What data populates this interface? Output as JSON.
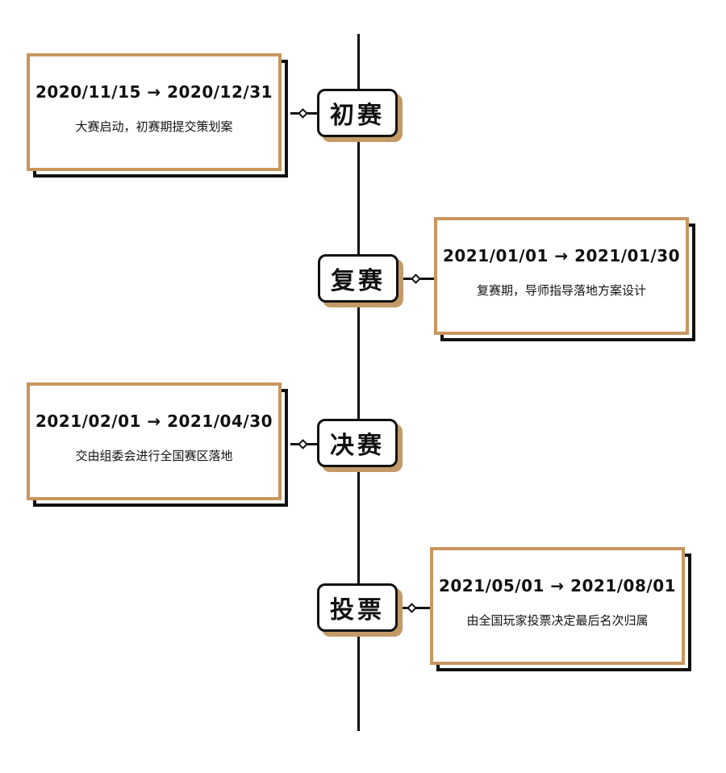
{
  "timeline": {
    "stages": [
      {
        "name": "初赛",
        "date_range": "2020/11/15 → 2020/12/31",
        "description": "大赛启动，初赛期提交策划案"
      },
      {
        "name": "复赛",
        "date_range": "2021/01/01 → 2021/01/30",
        "description": "复赛期，导师指导落地方案设计"
      },
      {
        "name": "决赛",
        "date_range": "2021/02/01 → 2021/04/30",
        "description": "交由组委会进行全国赛区落地"
      },
      {
        "name": "投票",
        "date_range": "2021/05/01 → 2021/08/01",
        "description": "由全国玩家投票决定最后名次归属"
      }
    ]
  },
  "colors": {
    "accent": "#c8965f",
    "shadow": "#c39a66",
    "line": "#111111"
  }
}
